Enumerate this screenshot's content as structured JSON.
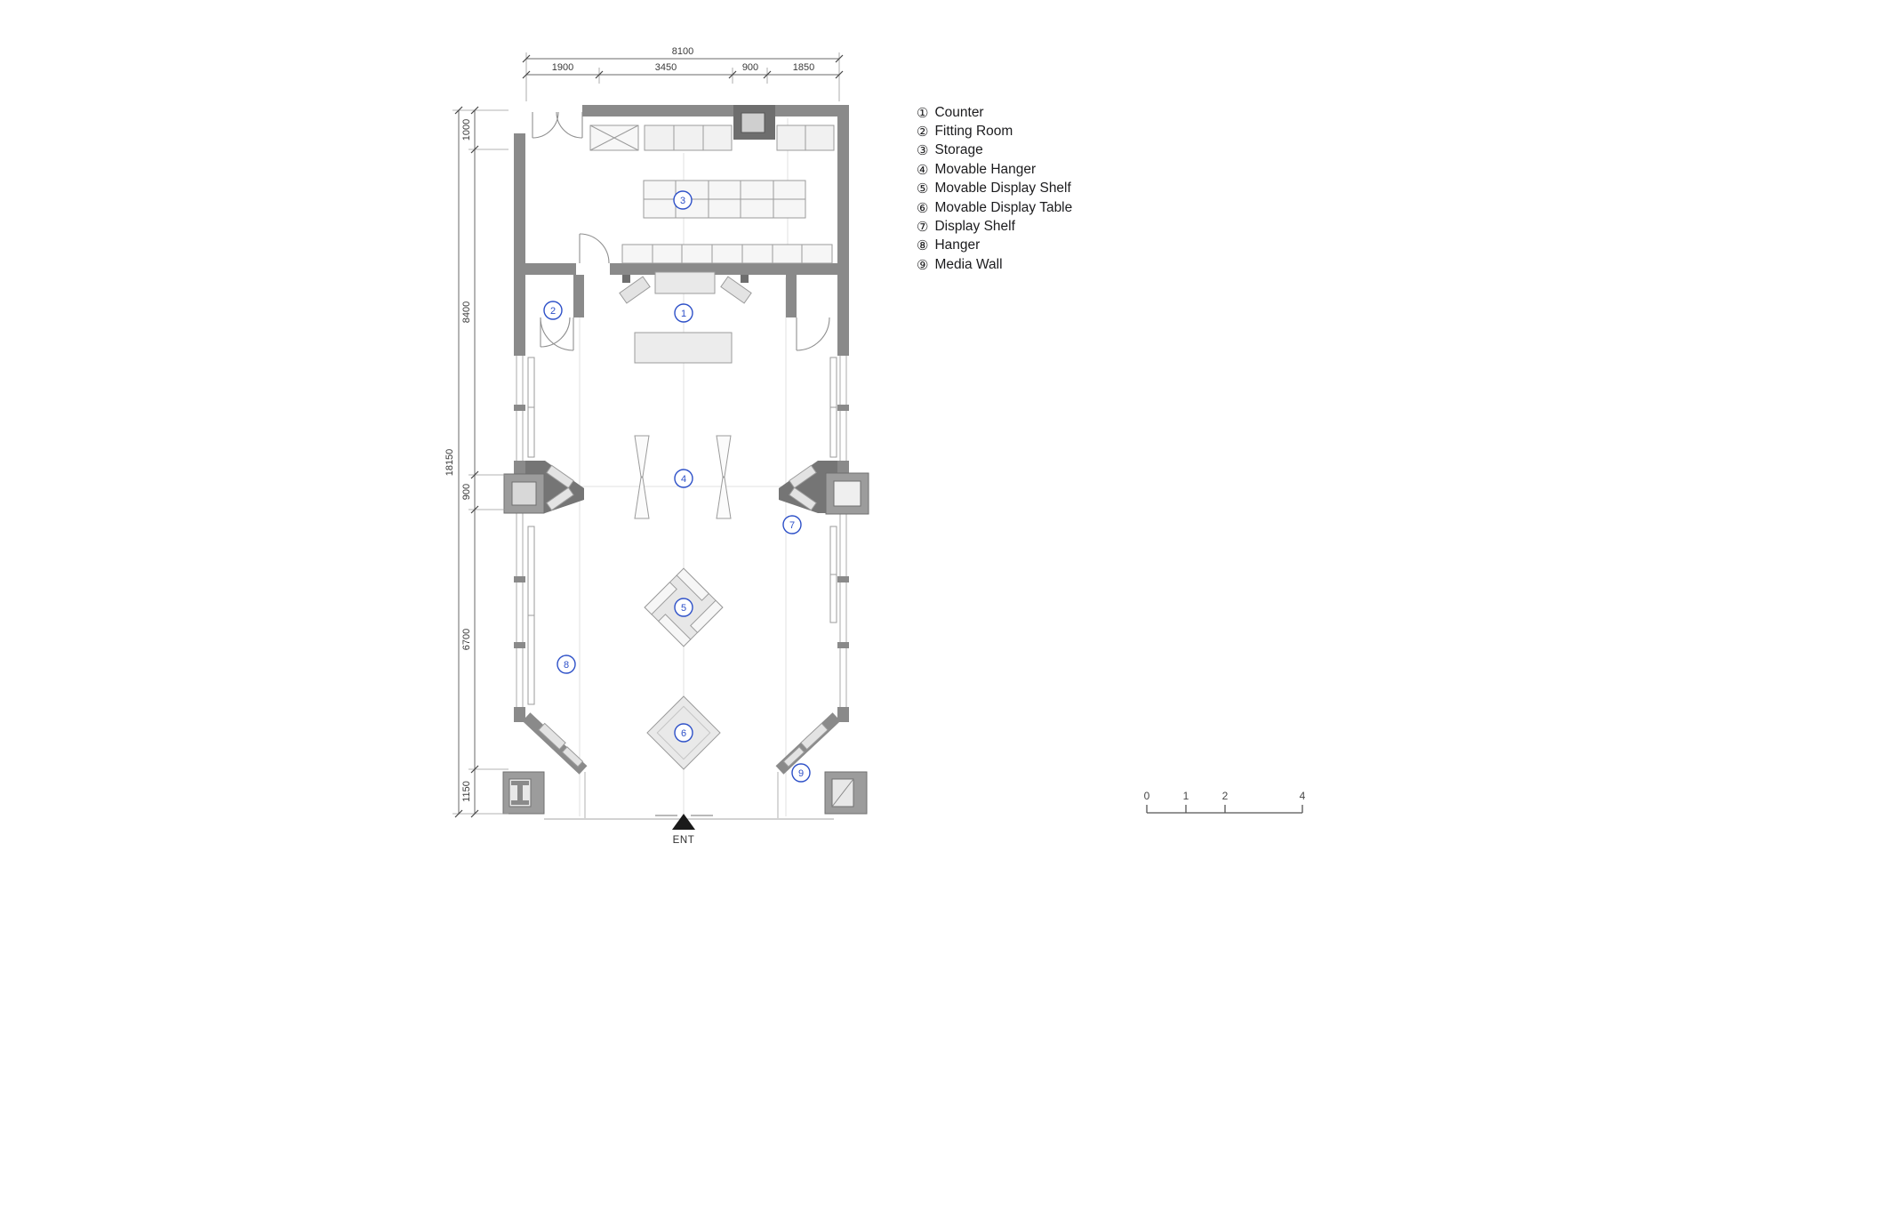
{
  "legend": {
    "items": [
      {
        "num": "①",
        "label": "Counter"
      },
      {
        "num": "②",
        "label": "Fitting Room"
      },
      {
        "num": "③",
        "label": "Storage"
      },
      {
        "num": "④",
        "label": "Movable Hanger"
      },
      {
        "num": "⑤",
        "label": "Movable Display Shelf"
      },
      {
        "num": "⑥",
        "label": "Movable Display Table"
      },
      {
        "num": "⑦",
        "label": "Display Shelf"
      },
      {
        "num": "⑧",
        "label": "Hanger"
      },
      {
        "num": "⑨",
        "label": "Media Wall"
      }
    ]
  },
  "dimensions": {
    "top": {
      "total": "8100",
      "segments": [
        "1900",
        "3450",
        "900",
        "1850"
      ]
    },
    "left": {
      "total": "18150",
      "segments": [
        "1000",
        "8400",
        "900",
        "6700",
        "1150"
      ]
    }
  },
  "markers": [
    {
      "n": "1"
    },
    {
      "n": "2"
    },
    {
      "n": "3"
    },
    {
      "n": "4"
    },
    {
      "n": "5"
    },
    {
      "n": "6"
    },
    {
      "n": "7"
    },
    {
      "n": "8"
    },
    {
      "n": "9"
    }
  ],
  "entrance": {
    "label": "ENT"
  },
  "scale_bar": {
    "ticks": [
      "0",
      "1",
      "2",
      "4"
    ]
  },
  "colors": {
    "marker_accent": "#2d50c8",
    "wall_gray": "#8a8a8a",
    "wall_dark": "#6e6e6e",
    "fixture_fill": "#ececec"
  }
}
